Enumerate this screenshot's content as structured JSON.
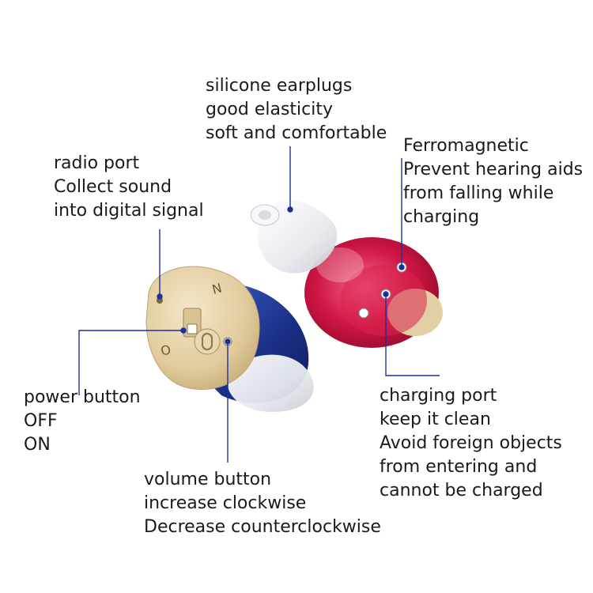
{
  "colors": {
    "leader_line": "#1f2f9c",
    "beige_shell": "#e3cfa4",
    "blue_shell": "#1f3a8f",
    "red_shell": "#c8103c",
    "silicone": "#eef0f3",
    "text": "#1a1a1a"
  },
  "callouts": {
    "silicone": [
      "silicone earplugs",
      "good elasticity",
      "soft and comfortable"
    ],
    "radio": [
      "radio port",
      "Collect sound",
      "into digital signal"
    ],
    "ferro": [
      "Ferromagnetic",
      "Prevent hearing aids",
      "from falling while",
      "charging"
    ],
    "power": [
      "power button",
      "OFF",
      "ON"
    ],
    "volume": [
      "volume button",
      "increase clockwise",
      "Decrease counterclockwise"
    ],
    "charging": [
      "charging port",
      "keep it clean",
      "Avoid foreign objects",
      "from entering and",
      "cannot be charged"
    ]
  },
  "faceplate": {
    "switch_top_mark": "N",
    "switch_bottom_mark": "O"
  }
}
